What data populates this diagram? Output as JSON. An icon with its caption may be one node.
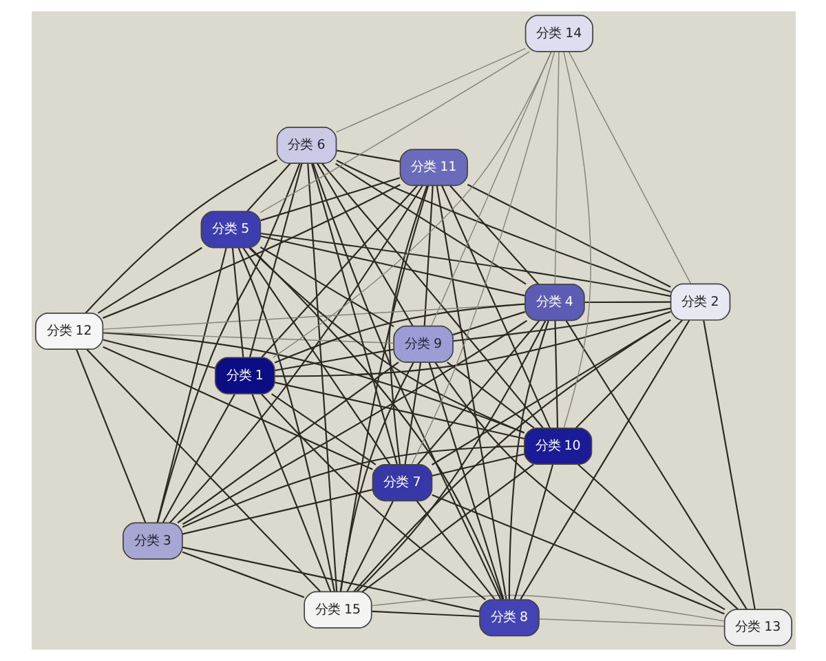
{
  "diagram": {
    "nodes": [
      {
        "text": [
          "分类 3"
        ]
      },
      {
        "text": [
          "分类 11"
        ]
      },
      {
        "text": [
          "分类 15"
        ]
      },
      {
        "text": [
          "分类 12"
        ]
      },
      {
        "text": [
          "分类 6"
        ]
      },
      {
        "text": [
          "分类 5"
        ]
      },
      {
        "text": [
          "分类 1"
        ]
      },
      {
        "text": [
          "分类 8"
        ]
      },
      {
        "text": [
          "分类 7"
        ]
      },
      {
        "text": [
          "分类 10"
        ]
      },
      {
        "text": [
          "分类 4"
        ]
      },
      {
        "text": [
          "分类 9"
        ]
      },
      {
        "text": [
          "分类 2"
        ]
      },
      {
        "text": [
          "分类 13"
        ]
      },
      {
        "text": [
          "分类 14"
        ]
      }
    ],
    "edges": [
      {
        "from": 1,
        "to": 0,
        "arrow": "none"
      },
      {
        "from": 1,
        "to": 3,
        "arrow": "none"
      },
      {
        "from": 1,
        "to": 6,
        "arrow": "none"
      },
      {
        "from": 1,
        "to": 4,
        "arrow": "none"
      },
      {
        "from": 1,
        "to": 5,
        "arrow": "none"
      },
      {
        "from": 1,
        "to": 2,
        "arrow": "none"
      },
      {
        "from": 1,
        "to": 8,
        "arrow": "none"
      },
      {
        "from": 1,
        "to": 9,
        "arrow": "none"
      },
      {
        "from": 1,
        "to": 7,
        "arrow": "none"
      },
      {
        "from": 1,
        "to": 10,
        "arrow": "none"
      },
      {
        "from": 1,
        "to": 11,
        "arrow": "none"
      },
      {
        "from": 1,
        "to": 12,
        "arrow": "none"
      },
      {
        "from": 0,
        "to": 3,
        "arrow": "none"
      },
      {
        "from": 0,
        "to": 6,
        "arrow": "none"
      },
      {
        "from": 0,
        "to": 4,
        "arrow": "none"
      },
      {
        "from": 0,
        "to": 5,
        "arrow": "none"
      },
      {
        "from": 0,
        "to": 2,
        "arrow": "none"
      },
      {
        "from": 0,
        "to": 8,
        "arrow": "none"
      },
      {
        "from": 0,
        "to": 9,
        "arrow": "none"
      },
      {
        "from": 0,
        "to": 7,
        "arrow": "none"
      },
      {
        "from": 0,
        "to": 10,
        "arrow": "none"
      },
      {
        "from": 0,
        "to": 11,
        "arrow": "none"
      },
      {
        "from": 2,
        "to": 3,
        "arrow": "none"
      },
      {
        "from": 2,
        "to": 4,
        "arrow": "none"
      },
      {
        "from": 2,
        "to": 5,
        "arrow": "none"
      },
      {
        "from": 2,
        "to": 6,
        "arrow": "none"
      },
      {
        "from": 2,
        "to": 8,
        "arrow": "none"
      },
      {
        "from": 2,
        "to": 7,
        "arrow": "none"
      },
      {
        "from": 2,
        "to": 9,
        "arrow": "none"
      },
      {
        "from": 2,
        "to": 10,
        "arrow": "none"
      },
      {
        "from": 2,
        "to": 11,
        "arrow": "none"
      },
      {
        "from": 2,
        "to": 12,
        "arrow": "none"
      },
      {
        "from": 2,
        "to": 13,
        "arrow": "none",
        "color": "#85837a"
      },
      {
        "from": 3,
        "to": 6,
        "arrow": "none"
      },
      {
        "from": 3,
        "to": 4,
        "arrow": "none"
      },
      {
        "from": 3,
        "to": 8,
        "arrow": "none"
      },
      {
        "from": 3,
        "to": 5,
        "arrow": "none"
      },
      {
        "from": 3,
        "to": 9,
        "arrow": "none"
      },
      {
        "from": 3,
        "to": 10,
        "arrow": "none",
        "color": "#85837a"
      },
      {
        "from": 3,
        "to": 11,
        "arrow": "none",
        "color": "#85837a"
      },
      {
        "from": 4,
        "to": 6,
        "arrow": "none"
      },
      {
        "from": 4,
        "to": 5,
        "arrow": "none"
      },
      {
        "from": 4,
        "to": 8,
        "arrow": "none"
      },
      {
        "from": 4,
        "to": 10,
        "arrow": "none"
      },
      {
        "from": 4,
        "to": 11,
        "arrow": "none"
      },
      {
        "from": 4,
        "to": 9,
        "arrow": "none"
      },
      {
        "from": 4,
        "to": 7,
        "arrow": "none"
      },
      {
        "from": 4,
        "to": 12,
        "arrow": "none"
      },
      {
        "from": 5,
        "to": 6,
        "arrow": "none"
      },
      {
        "from": 5,
        "to": 8,
        "arrow": "none"
      },
      {
        "from": 5,
        "to": 7,
        "arrow": "none"
      },
      {
        "from": 5,
        "to": 9,
        "arrow": "none"
      },
      {
        "from": 5,
        "to": 10,
        "arrow": "none"
      },
      {
        "from": 5,
        "to": 11,
        "arrow": "none"
      },
      {
        "from": 5,
        "to": 12,
        "arrow": "none"
      },
      {
        "from": 6,
        "to": 8,
        "arrow": "none"
      },
      {
        "from": 6,
        "to": 10,
        "arrow": "none"
      },
      {
        "from": 6,
        "to": 9,
        "arrow": "none"
      },
      {
        "from": 6,
        "to": 7,
        "arrow": "none"
      },
      {
        "from": 6,
        "to": 11,
        "arrow": "none"
      },
      {
        "from": 6,
        "to": 12,
        "arrow": "none"
      },
      {
        "from": 7,
        "to": 8,
        "arrow": "none"
      },
      {
        "from": 7,
        "to": 9,
        "arrow": "none"
      },
      {
        "from": 7,
        "to": 10,
        "arrow": "none"
      },
      {
        "from": 7,
        "to": 11,
        "arrow": "none"
      },
      {
        "from": 7,
        "to": 12,
        "arrow": "none"
      },
      {
        "from": 7,
        "to": 13,
        "arrow": "none",
        "color": "#85837a"
      },
      {
        "from": 8,
        "to": 9,
        "arrow": "none"
      },
      {
        "from": 8,
        "to": 10,
        "arrow": "none"
      },
      {
        "from": 8,
        "to": 11,
        "arrow": "none"
      },
      {
        "from": 8,
        "to": 12,
        "arrow": "none"
      },
      {
        "from": 8,
        "to": 13,
        "arrow": "none"
      },
      {
        "from": 9,
        "to": 10,
        "arrow": "none"
      },
      {
        "from": 9,
        "to": 11,
        "arrow": "none"
      },
      {
        "from": 9,
        "to": 12,
        "arrow": "none"
      },
      {
        "from": 9,
        "to": 13,
        "arrow": "none"
      },
      {
        "from": 10,
        "to": 11,
        "arrow": "none"
      },
      {
        "from": 10,
        "to": 12,
        "arrow": "none"
      },
      {
        "from": 10,
        "to": 13,
        "arrow": "none"
      },
      {
        "from": 11,
        "to": 12,
        "arrow": "none"
      },
      {
        "from": 11,
        "to": 13,
        "arrow": "none"
      },
      {
        "from": 12,
        "to": 13,
        "arrow": "none"
      },
      {
        "from": 14,
        "to": 10,
        "arrow": "none",
        "color": "#85837a"
      },
      {
        "from": 14,
        "to": 11,
        "arrow": "none",
        "color": "#85837a"
      },
      {
        "from": 14,
        "to": 12,
        "arrow": "none",
        "color": "#85837a"
      },
      {
        "from": 14,
        "to": 6,
        "arrow": "none",
        "color": "#85837a"
      },
      {
        "from": 14,
        "to": 4,
        "arrow": "none",
        "color": "#85837a"
      },
      {
        "from": 14,
        "to": 8,
        "arrow": "none",
        "color": "#85837a"
      },
      {
        "from": 14,
        "to": 9,
        "arrow": "none",
        "color": "#85837a"
      },
      {
        "from": 14,
        "to": 5,
        "arrow": "none",
        "color": "#85837a"
      }
    ]
  }
}
